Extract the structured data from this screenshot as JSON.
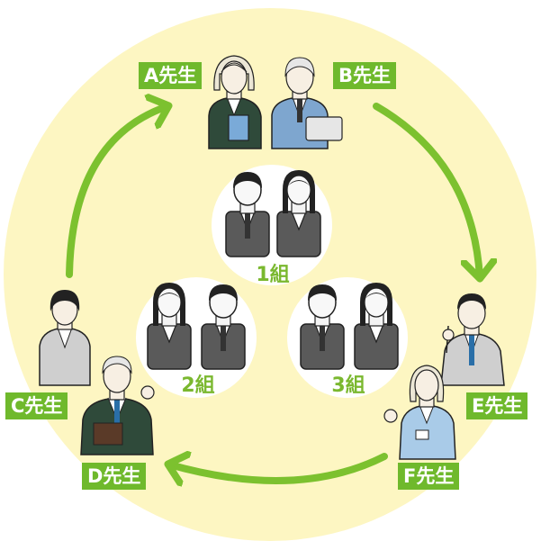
{
  "teachers": {
    "a": "A先生",
    "b": "B先生",
    "c": "C先生",
    "d": "D先生",
    "e": "E先生",
    "f": "F先生"
  },
  "classes": {
    "class1": "1組",
    "class2": "2組",
    "class3": "3組"
  },
  "colors": {
    "background_circle": "#fdf6c2",
    "arrow": "#7cc12f",
    "label_bg": "#6fb92c",
    "class_circle": "#ffffff",
    "class_text": "#7ab82f"
  },
  "icons": {
    "arrow": "curved-arrow-icon",
    "teacher": "teacher-person-icon",
    "student": "student-person-icon"
  }
}
